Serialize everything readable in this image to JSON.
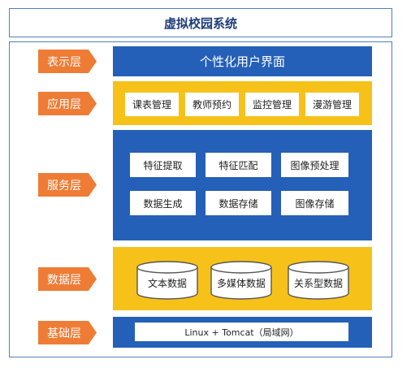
{
  "title": "虚拟校园系统",
  "layers": {
    "presentation": {
      "tag": "表示层",
      "label": "个性化用户界面"
    },
    "application": {
      "tag": "应用层",
      "items": [
        "课表管理",
        "教师预约",
        "监控管理",
        "漫游管理"
      ]
    },
    "service": {
      "tag": "服务层",
      "items": [
        "特征提取",
        "特征匹配",
        "图像预处理",
        "数据生成",
        "数据存储",
        "图像存储"
      ]
    },
    "data": {
      "tag": "数据层",
      "items": [
        "文本数据",
        "多媒体数据",
        "关系型数据"
      ]
    },
    "base": {
      "tag": "基础层",
      "label": "Linux + Tomcat（局域网）"
    }
  },
  "colors": {
    "blue": "#2460b8",
    "gold": "#f6c21a",
    "orange": "#ee7c35",
    "title": "#1f3d7a"
  }
}
